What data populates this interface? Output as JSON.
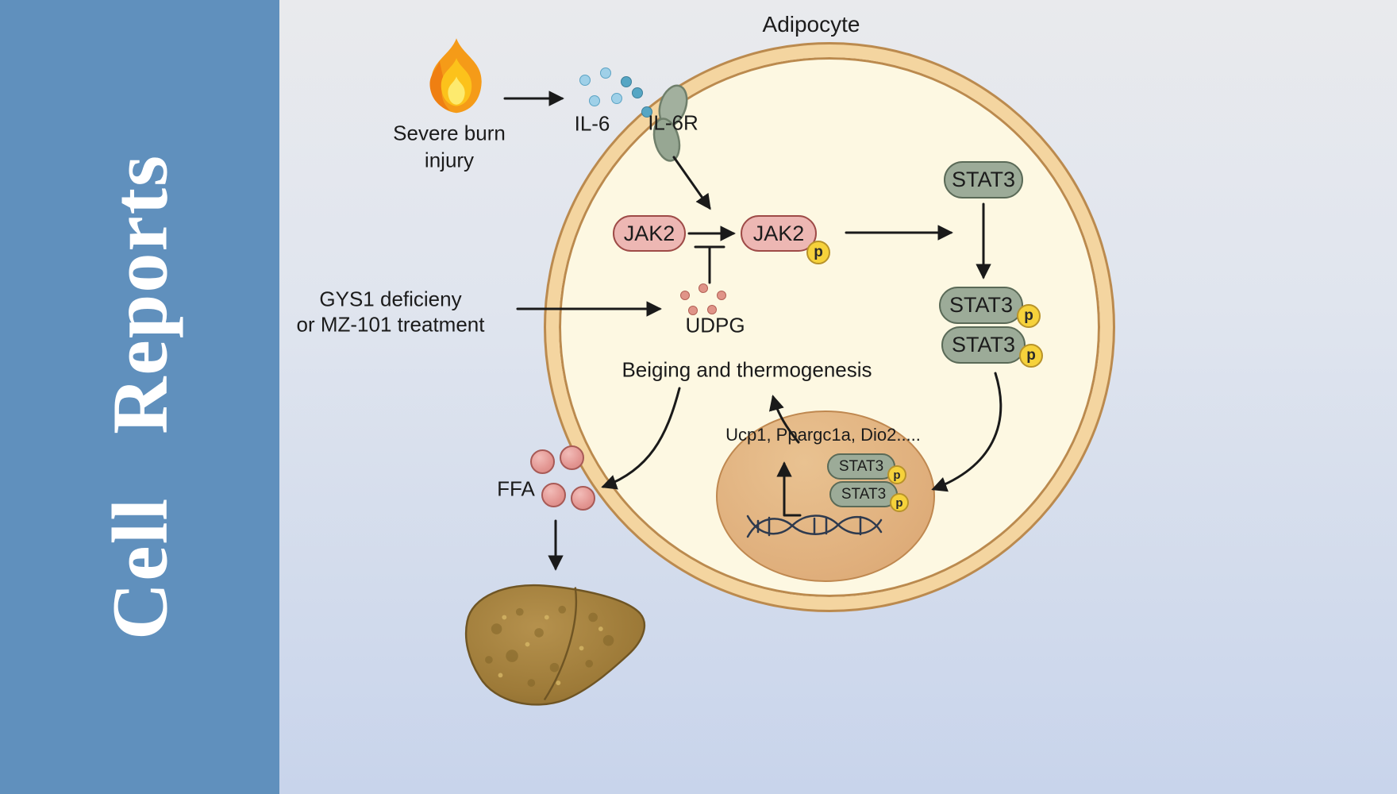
{
  "journal": {
    "name": "Cell Reports"
  },
  "cell": {
    "label": "Adipocyte"
  },
  "pathway": {
    "trigger_line1": "Severe burn",
    "trigger_line2": "injury",
    "ligand": "IL-6",
    "receptor": "IL-6R",
    "kinase": "JAK2",
    "tf": "STAT3",
    "phospho": "p",
    "metabolite": "UDPG",
    "intervention_line1": "GYS1 deficieny",
    "intervention_line2": "or MZ-101 treatment",
    "outcome": "Beiging and thermogenesis",
    "genes": "Ucp1, Ppargc1a, Dio2.....",
    "ffa": "FFA"
  },
  "colors": {
    "band_blue": "#6090bd",
    "membrane_fill": "#f4d5a0",
    "membrane_line": "#bb8a4e",
    "cytoplasm": "#fdf8e3",
    "pink_pill": "#edb7b3",
    "green_pill": "#9cab98",
    "phospho_yellow": "#f6d23b",
    "nucleus": "#dfae7b",
    "il6_dot": "#9fd0e8",
    "udpg_dot": "#e09488",
    "ffa_dot": "#e39692",
    "liver_brown": "#a07b3e"
  }
}
